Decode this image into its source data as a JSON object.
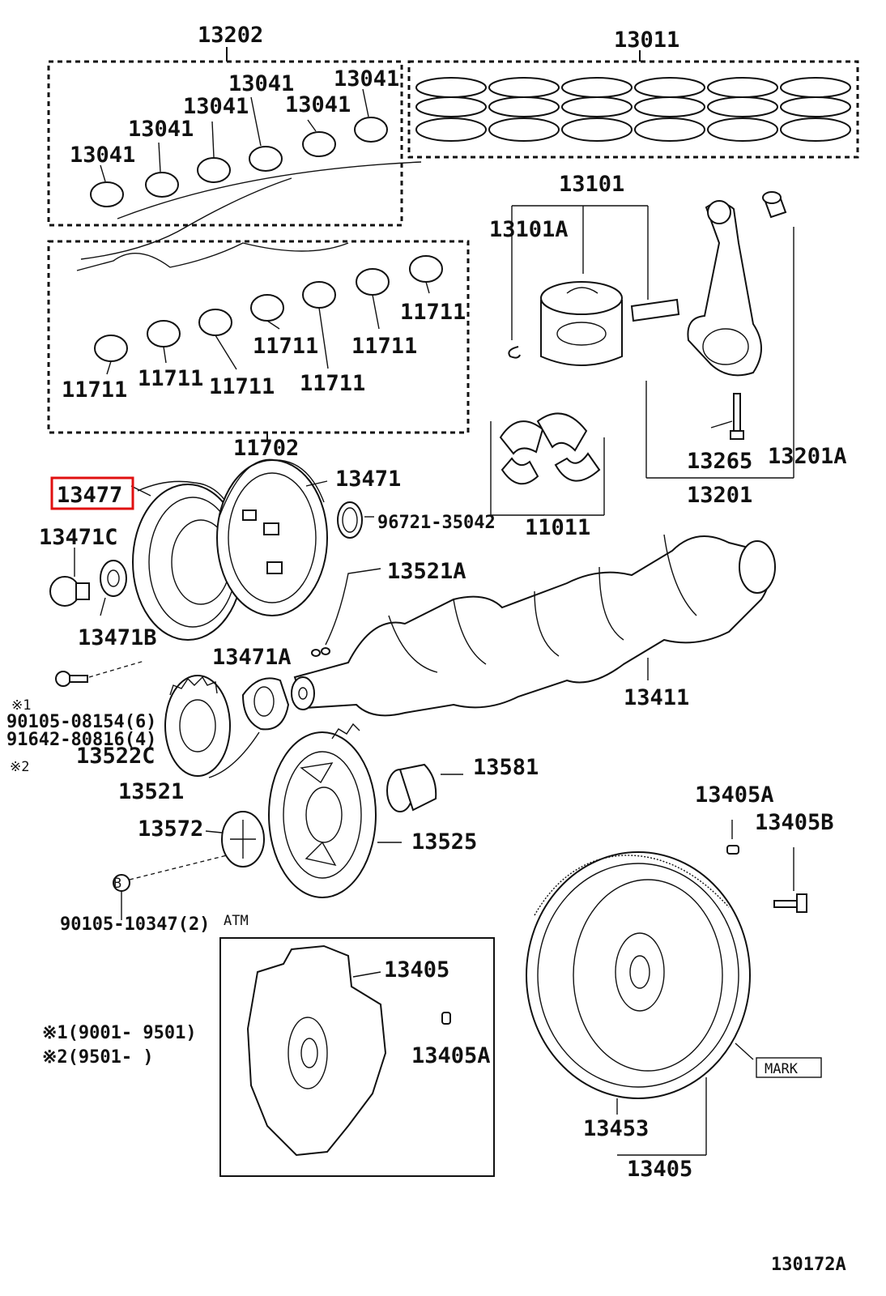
{
  "diagram_ref": "130172A",
  "group_labels": {
    "main_bearing_set_top": "13202",
    "piston_ring_set": "13011",
    "main_bearing_set_lower": "11702"
  },
  "labels": {
    "l13041": "13041",
    "l11711": "11711",
    "l13101": "13101",
    "l13101A": "13101A",
    "l13265": "13265",
    "l13201A": "13201A",
    "l13201": "13201",
    "l11011": "11011",
    "l13477": "13477",
    "l13471": "13471",
    "l96721": "96721-35042",
    "l13471C": "13471C",
    "l13521A": "13521A",
    "l13471B": "13471B",
    "l13471A": "13471A",
    "l13411": "13411",
    "l90105_08154": "90105-08154(6)",
    "l91642_80816": "91642-80816(4)",
    "l13522C": "13522C",
    "l13521": "13521",
    "l13581": "13581",
    "l13572": "13572",
    "l13525": "13525",
    "l90105_10347": "90105-10347(2)",
    "l13405A": "13405A",
    "l13405B": "13405B",
    "l13405": "13405",
    "l13453": "13453",
    "atm": "ATM",
    "mark": "MARK",
    "note1_marker": "※1",
    "note2_marker": "※2",
    "note1_range": "※1(9001- 9501)",
    "note2_range": "※2(9501-       )",
    "callout_b": "B"
  },
  "highlight": {
    "part": "13477",
    "color": "#e01010"
  }
}
